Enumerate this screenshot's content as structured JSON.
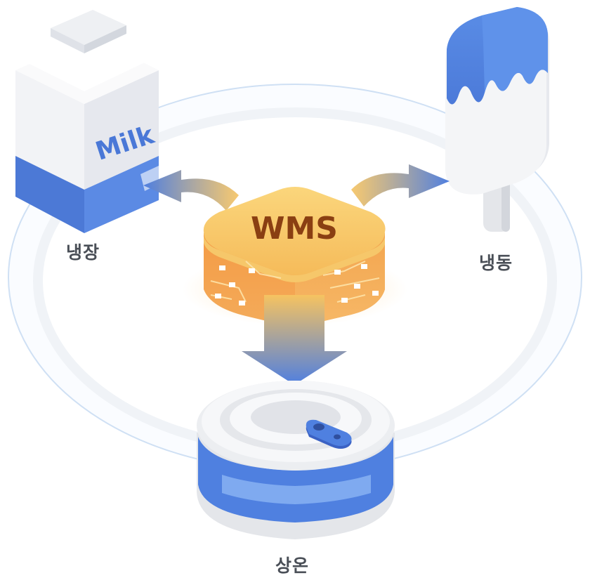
{
  "labels": {
    "refrigerated": "냉장",
    "frozen": "냉동",
    "room_temp": "상온"
  },
  "center": {
    "title": "WMS"
  },
  "milk": {
    "text": "Milk"
  },
  "colors": {
    "blue": "#4f7fe0",
    "blue_dark": "#3b62c4",
    "orange": "#f6a24a",
    "orange_top": "#f8c96a",
    "wms_text": "#8a3f12",
    "ring": "#cfe0f4",
    "label": "#4a4f57"
  }
}
